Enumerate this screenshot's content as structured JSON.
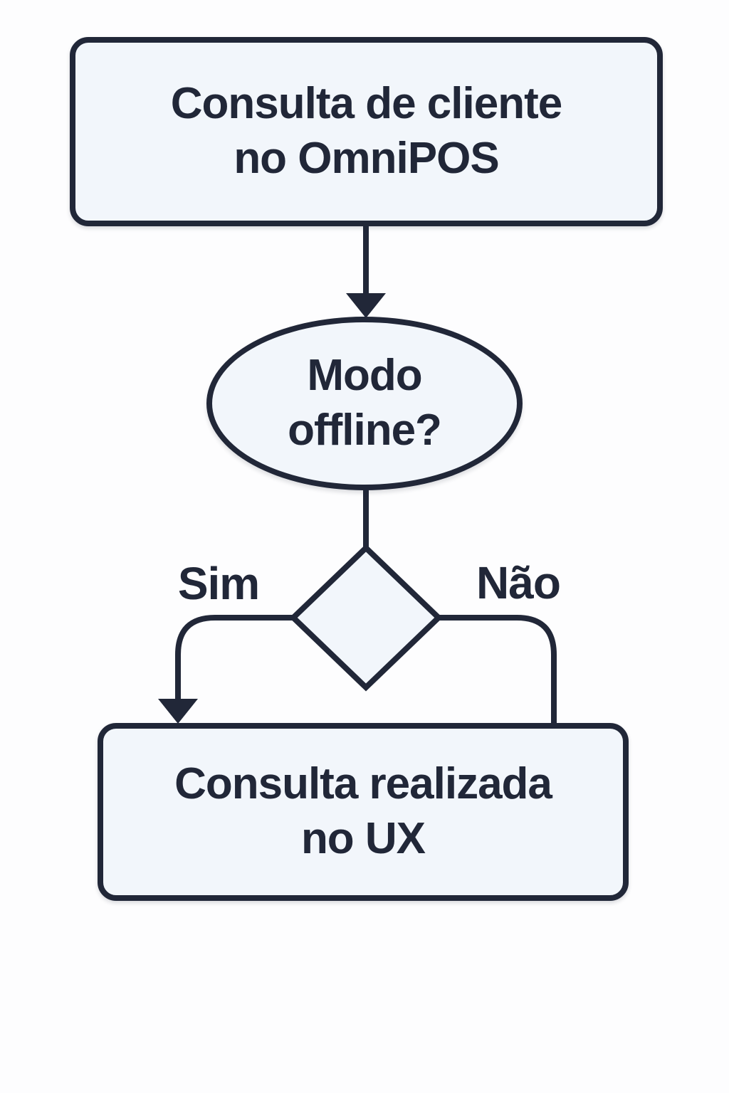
{
  "colors": {
    "ink": "#212738",
    "node_fill": "#f2f6fb",
    "background": "#fdfdfe"
  },
  "diagram": {
    "type": "flowchart",
    "nodes": {
      "start": {
        "shape": "rounded-rect",
        "line1": "Consulta de cliente",
        "line2": "no OmniPOS"
      },
      "decision": {
        "shape": "ellipse",
        "line1": "Modo",
        "line2": "offline?"
      },
      "branch": {
        "shape": "diamond"
      },
      "end": {
        "shape": "rounded-rect",
        "line1": "Consulta realizada",
        "line2": "no UX"
      }
    },
    "branch_labels": {
      "yes": "Sim",
      "no": "Não"
    },
    "edges": [
      {
        "from": "start",
        "to": "decision",
        "arrow": true
      },
      {
        "from": "decision",
        "to": "branch",
        "arrow": false
      },
      {
        "from": "branch",
        "to": "end",
        "via": "yes",
        "arrow": true
      },
      {
        "from": "branch",
        "to": "end",
        "via": "no",
        "arrow": false
      }
    ]
  }
}
